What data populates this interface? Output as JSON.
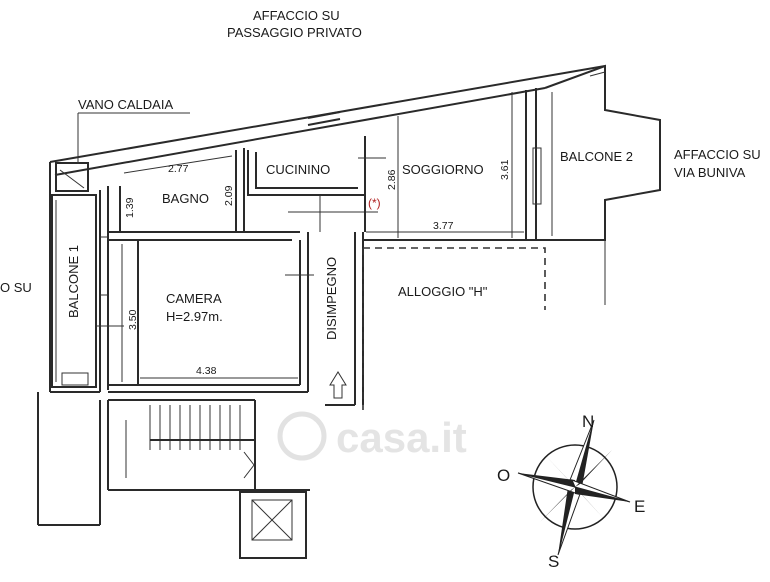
{
  "labels": {
    "affaccio_top_1": "AFFACCIO SU",
    "affaccio_top_2": "PASSAGGIO PRIVATO",
    "vano_caldaia": "VANO CALDAIA",
    "cucinino": "CUCININO",
    "soggiorno": "SOGGIORNO",
    "balcone_2": "BALCONE 2",
    "affaccio_right_1": "AFFACCIO SU",
    "affaccio_right_2": "VIA BUNIVA",
    "bagno": "BAGNO",
    "balcone_1": "BALCONE 1",
    "affaccio_left_1": "O SU",
    "camera": "CAMERA",
    "camera_height": "H=2.97m.",
    "disimpegno": "DISIMPEGNO",
    "alloggio": "ALLOGGIO \"H\"",
    "asterisk": "(*)"
  },
  "dimensions": {
    "bagno_width": "2.77",
    "bagno_small": "1.39",
    "bagno_height": "2.09",
    "soggiorno_height": "2.86",
    "soggiorno_right": "3.61",
    "soggiorno_width": "3.77",
    "camera_height_dim": "3.50",
    "camera_width": "4.38"
  },
  "compass": {
    "n": "N",
    "e": "E",
    "s": "S",
    "o": "O"
  },
  "watermark": "casa.it"
}
